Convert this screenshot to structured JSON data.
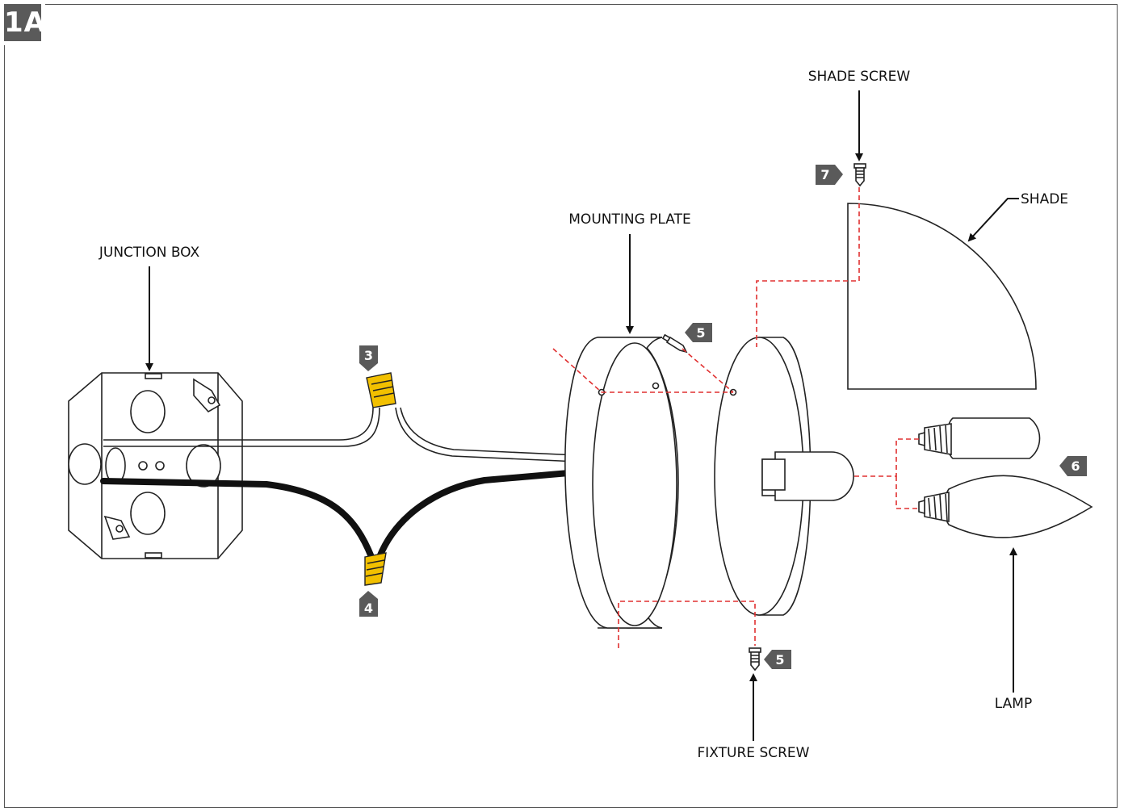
{
  "figure_id": "1A",
  "labels": {
    "junction_box": "JUNCTION BOX",
    "mounting_plate": "MOUNTING PLATE",
    "shade_screw": "SHADE SCREW",
    "shade": "SHADE",
    "fixture_screw": "FIXTURE SCREW",
    "lamp": "LAMP"
  },
  "steps": {
    "wire_nut_white": "3",
    "wire_nut_black": "4",
    "fixture_screw_top": "5",
    "fixture_screw_bottom": "5",
    "lamp_install": "6",
    "shade_screw": "7"
  },
  "colors": {
    "step_badge": "#5a5a5a",
    "guide_dash": "#e03030",
    "wire_nut": "#f2c000",
    "black_wire": "#111111"
  }
}
